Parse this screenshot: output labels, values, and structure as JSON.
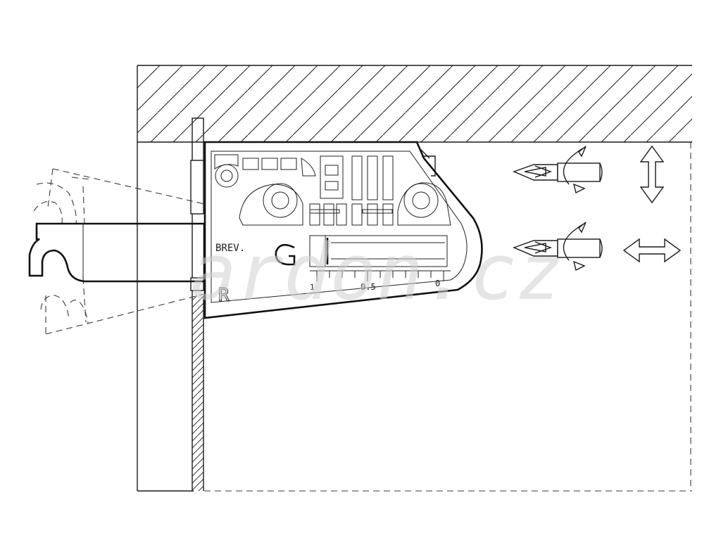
{
  "diagram": {
    "labels": {
      "brev": "BREV.",
      "r_mark": "R",
      "g_mark": "G",
      "scale_1": "1",
      "scale_05": "0.5",
      "scale_0": "0"
    },
    "watermark": "ardon.cz",
    "colors": {
      "line": "#111111",
      "background": "#ffffff",
      "watermark": "#d9d9d9"
    },
    "icons": {
      "screwdriver_top": "phillips-screwdriver-icon",
      "screwdriver_bottom": "phillips-screwdriver-icon",
      "vertical_arrow": "double-arrow-vertical-icon",
      "horizontal_arrow": "double-arrow-horizontal-icon"
    }
  }
}
